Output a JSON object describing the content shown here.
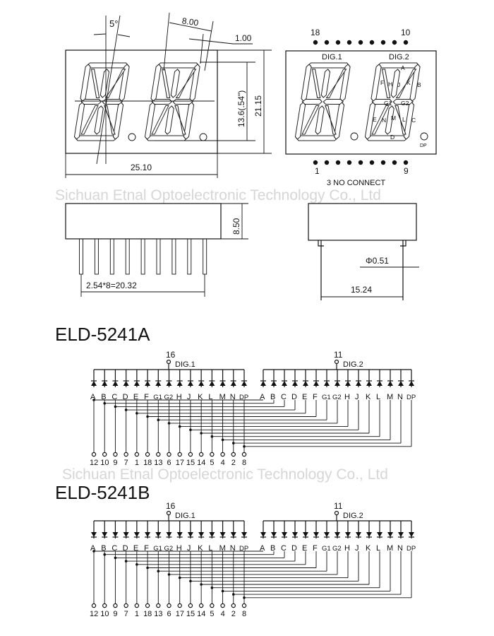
{
  "watermark": "Sichuan Etnal Optoelectronic Technology Co., Ltd",
  "front_view": {
    "angle": "5°",
    "digit_pitch": "8.00",
    "offset": "1.00",
    "width": "25.10",
    "digit_height": "13.6(.54\")",
    "height": "21.15"
  },
  "pin_view": {
    "pin_top_left": "18",
    "pin_top_right": "10",
    "pin_bottom_left": "1",
    "pin_bottom_right": "9",
    "digit1": "DIG.1",
    "digit2": "DIG.2",
    "no_connect": "3 NO CONNECT",
    "dp": "DP",
    "segment_labels": {
      "A": "A",
      "B": "B",
      "C": "C",
      "D": "D",
      "E": "E",
      "F": "F",
      "G1": "G1",
      "G2": "G2",
      "H": "H",
      "J": "J",
      "K": "K",
      "L": "L",
      "M": "M",
      "N": "N"
    }
  },
  "side_view": {
    "depth": "8.50",
    "pin_span": "2.54*8=20.32",
    "pin_diameter": "Φ0.51",
    "row_spacing": "15.24"
  },
  "schematics": [
    {
      "title": "ELD-5241A",
      "type": "common-anode",
      "dig1": {
        "label": "DIG.1",
        "pin": "16"
      },
      "dig2": {
        "label": "DIG.2",
        "pin": "11"
      },
      "segments": [
        "A",
        "B",
        "C",
        "D",
        "E",
        "F",
        "G1",
        "G2",
        "H",
        "J",
        "K",
        "L",
        "M",
        "N",
        "DP"
      ],
      "pins": [
        "12",
        "10",
        "9",
        "7",
        "1",
        "18",
        "13",
        "6",
        "17",
        "15",
        "14",
        "5",
        "4",
        "2",
        "8"
      ]
    },
    {
      "title": "ELD-5241B",
      "type": "common-cathode",
      "dig1": {
        "label": "DIG.1",
        "pin": "16"
      },
      "dig2": {
        "label": "DIG.2",
        "pin": "11"
      },
      "segments": [
        "A",
        "B",
        "C",
        "D",
        "E",
        "F",
        "G1",
        "G2",
        "H",
        "J",
        "K",
        "L",
        "M",
        "N",
        "DP"
      ],
      "pins": [
        "12",
        "10",
        "9",
        "7",
        "1",
        "18",
        "13",
        "6",
        "17",
        "15",
        "14",
        "5",
        "4",
        "2",
        "8"
      ]
    }
  ]
}
